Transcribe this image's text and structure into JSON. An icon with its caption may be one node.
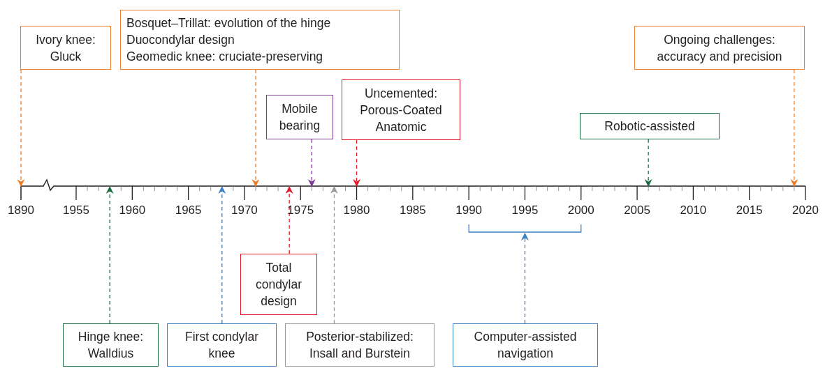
{
  "diagram": {
    "nodes": [
      {
        "text": [
          "Ivory knee: Gluck"
        ]
      },
      {
        "text": [
          "Bosquet–Trillat: evolution of the hinge",
          "Duocondylar design",
          "Geomedic knee: cruciate-preserving"
        ]
      },
      {
        "text": [
          "Ongoing challenges: accuracy and precision"
        ]
      },
      {
        "text": [
          "Mobile bearing"
        ]
      },
      {
        "text": [
          "Uncemented: Porous-Coated Anatomic"
        ]
      },
      {
        "text": [
          "Robotic-assisted"
        ]
      },
      {
        "text": [
          "Total condylar design"
        ]
      },
      {
        "text": [
          "Hinge knee: Walldius"
        ]
      },
      {
        "text": [
          "First condylar knee"
        ]
      },
      {
        "text": [
          "Posterior-stabilized: Insall and Burstein"
        ]
      },
      {
        "text": [
          "Computer-assisted navigation"
        ]
      }
    ],
    "edges": [
      {
        "from": 0,
        "to": null,
        "arrow": "to",
        "style": "dashed",
        "color": "#f07c28"
      },
      {
        "from": 1,
        "to": null,
        "arrow": "to",
        "style": "dashed",
        "color": "#f07c28"
      },
      {
        "from": 2,
        "to": null,
        "arrow": "to",
        "style": "dashed",
        "color": "#f07c28"
      },
      {
        "from": 3,
        "to": null,
        "arrow": "to",
        "style": "dashed",
        "color": "#7b3a96"
      },
      {
        "from": 4,
        "to": null,
        "arrow": "to",
        "style": "dashed",
        "color": "#e3192c"
      },
      {
        "from": 5,
        "to": null,
        "arrow": "to",
        "style": "dashed",
        "color": "#1b6e43"
      },
      {
        "from": 6,
        "to": null,
        "arrow": "to",
        "style": "dashed",
        "color": "#e3192c"
      },
      {
        "from": 7,
        "to": null,
        "arrow": "to",
        "style": "dashed",
        "color": "#1b6e43"
      },
      {
        "from": 8,
        "to": null,
        "arrow": "to",
        "style": "dashed",
        "color": "#3a7fc4"
      },
      {
        "from": 9,
        "to": null,
        "arrow": "to",
        "style": "dashed",
        "color": "#999999"
      },
      {
        "from": 10,
        "to": null,
        "arrow": "to",
        "style": "dashed",
        "color": "#3a7fc4"
      }
    ],
    "labels": [
      "1890",
      "1955",
      "1960",
      "1965",
      "1970",
      "1975",
      "1980",
      "1985",
      "1990",
      "1995",
      "2000",
      "2005",
      "2010",
      "2015",
      "2020"
    ]
  }
}
